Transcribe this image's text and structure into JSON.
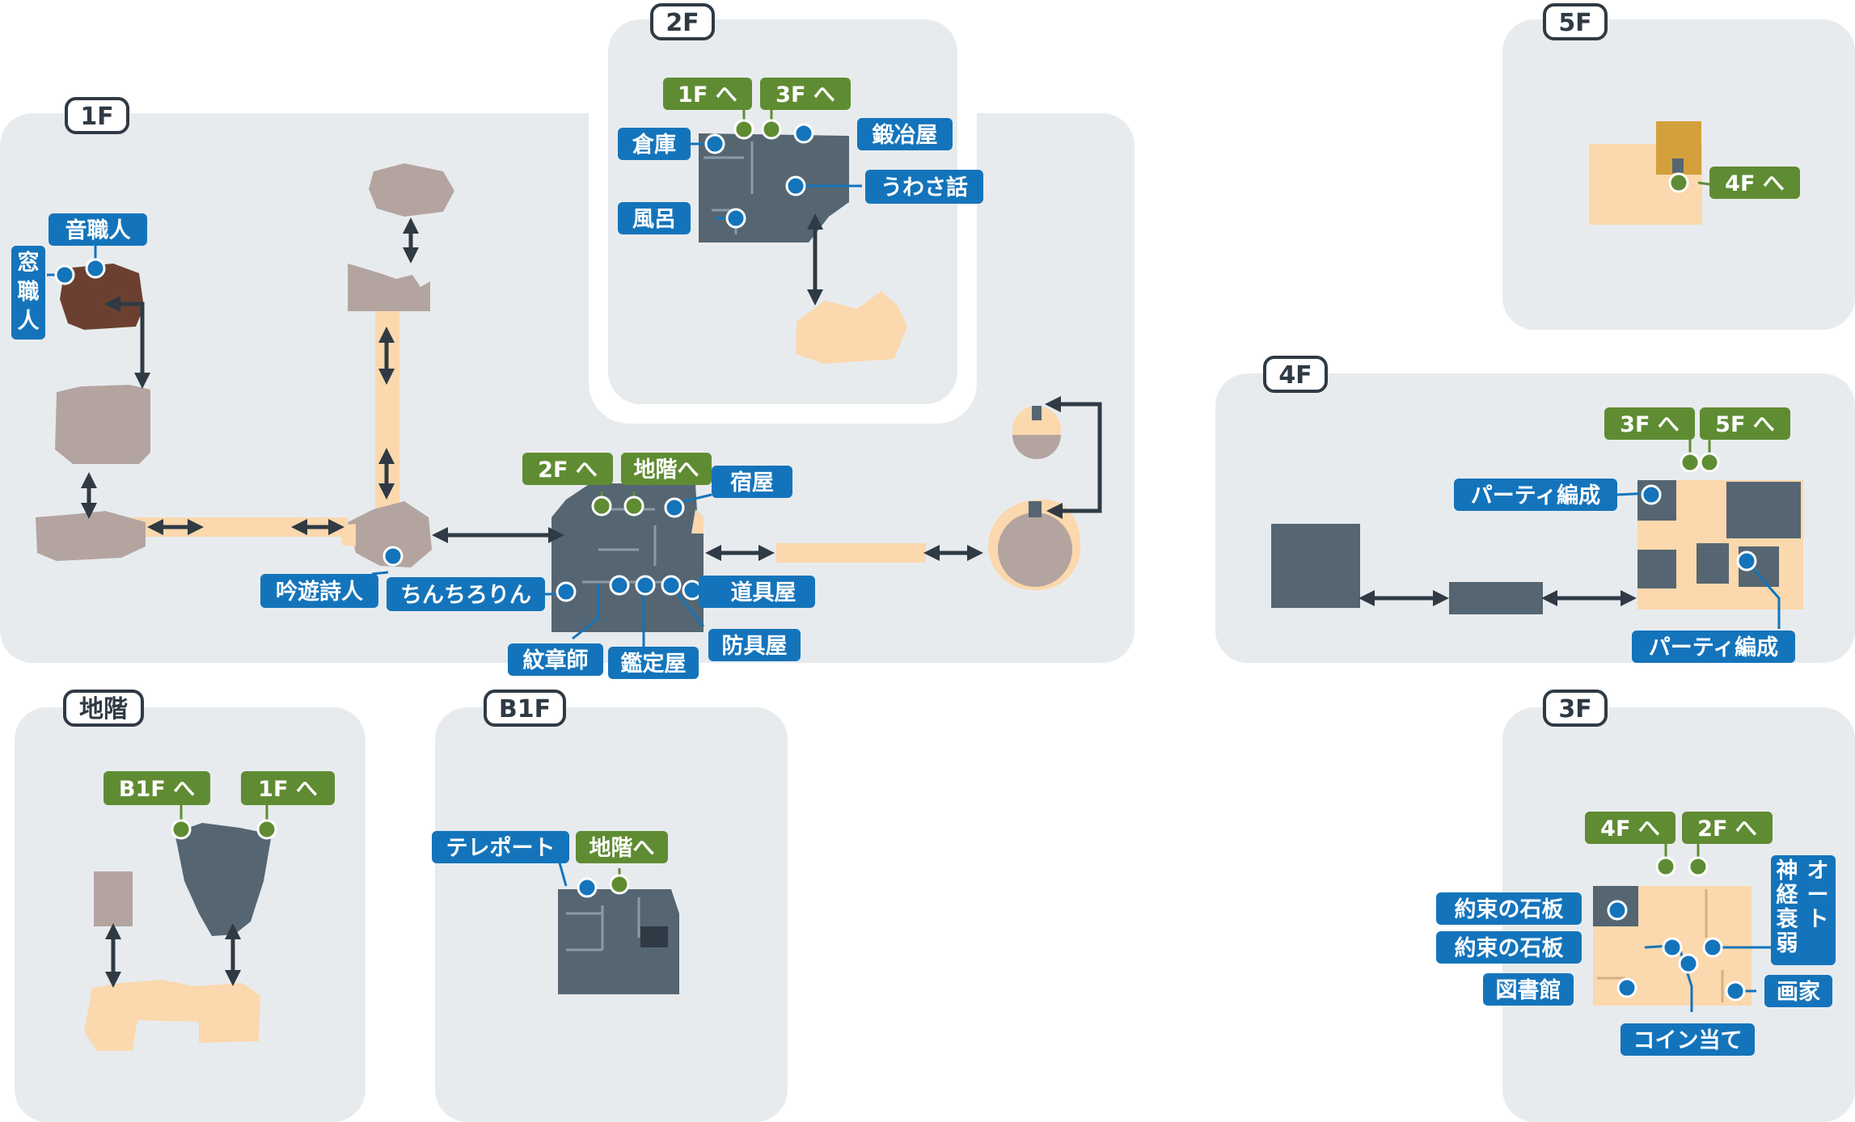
{
  "floors": {
    "f1": "1F",
    "f2": "2F",
    "f3": "3F",
    "f4": "4F",
    "f5": "5F",
    "basement": "地階",
    "b1f": "B1F"
  },
  "labels": {
    "to_1f": "1F へ",
    "to_2f": "2F へ",
    "to_3f": "3F へ",
    "to_4f": "4F へ",
    "to_5f": "5F へ",
    "to_b1f": "B1F へ",
    "to_basement": "地階へ",
    "to_basement_b1f": "地階へ",
    "onshokunin": "音職人",
    "mado_chars": [
      "窓",
      "職",
      "人"
    ],
    "ginyushijin": "吟遊詩人",
    "chinchirorin": "ちんちろりん",
    "monshoshi": "紋章師",
    "kanteiya": "鑑定屋",
    "bouguya": "防具屋",
    "douguya": "道具屋",
    "yadoya": "宿屋",
    "souko": "倉庫",
    "furo": "風呂",
    "kajiya": "鍛冶屋",
    "uwasabanashi": "うわさ話",
    "party1": "パーティ編成",
    "party2": "パーティ編成",
    "teleport": "テレポート",
    "yakusoku1": "約束の石板",
    "yakusoku2": "約束の石板",
    "toshokan": "図書館",
    "coin": "コイン当て",
    "gaka": "画家",
    "shinkei_col1": [
      "神",
      "経",
      "衰",
      "弱"
    ],
    "shinkei_col2": [
      "オ",
      "ー",
      "ト"
    ]
  },
  "colors": {
    "panel": "#e8ebee",
    "service": "#1474bb",
    "stairs": "#5f8c32",
    "room_dark": "#556672",
    "room_peach": "#fbd8ad",
    "room_mauve": "#b4a4a0",
    "room_brown": "#6c4030",
    "room_gold": "#d4a03c",
    "arrow": "#2f3a44",
    "floor_tag_border": "#2f3a44"
  },
  "icons": {
    "connector": "double-arrow-icon",
    "marker": "circle-pin-icon"
  }
}
